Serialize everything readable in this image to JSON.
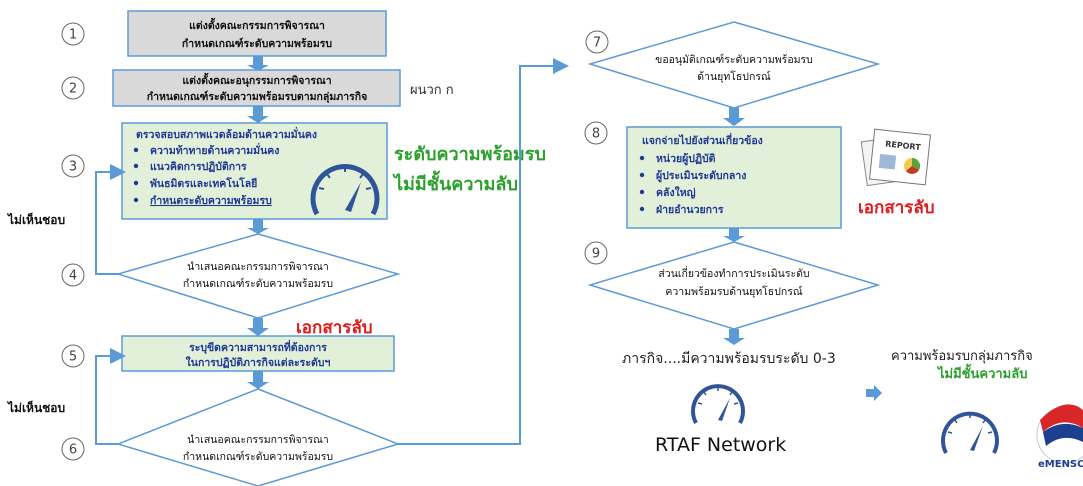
{
  "steps": {
    "s1": {
      "num": "1",
      "line1": "แต่งตั้งคณะกรรมการพิจารณา",
      "line2": "กำหนดเกณฑ์ระดับความพร้อมรบ"
    },
    "s2": {
      "num": "2",
      "line1": "แต่งตั้งคณะอนุกรรมการพิจารณา",
      "line2": "กำหนดเกณฑ์ระดับความพร้อมรบตามกลุ่มภารกิจ",
      "note": "ผนวก ก"
    },
    "s3": {
      "num": "3",
      "title": "ตรวจสอบสภาพแวดล้อมด้านความมั่นคง",
      "bullets": [
        "ความท้าทายด้านความมั่นคง",
        "แนวคิดการปฏิบัติการ",
        "พันธมิตรและเทคโนโลยี",
        "กำหนดระดับความพร้อมรบ"
      ]
    },
    "s4": {
      "num": "4",
      "line1": "นำเสนอคณะกรรมการพิจารณา",
      "line2": "กำหนดเกณฑ์ระดับความพร้อมรบ"
    },
    "s5": {
      "num": "5",
      "line1": "ระบุขีดความสามารถที่ต้องการ",
      "line2": "ในการปฏิบัติภารกิจแต่ละระดับฯ"
    },
    "s6": {
      "num": "6",
      "line1": "นำเสนอคณะกรรมการพิจารณา",
      "line2": "กำหนดเกณฑ์ระดับความพร้อมรบ"
    },
    "s7": {
      "num": "7",
      "line1": "ขออนุมัติเกณฑ์ระดับความพร้อมรบ",
      "line2": "ด้านยุทโธปกรณ์"
    },
    "s8": {
      "num": "8",
      "title": "แจกจ่ายไปยังส่วนเกี่ยวข้อง",
      "bullets": [
        "หน่วยผู้ปฏิบัติ",
        "ผู้ประเมินระดับกลาง",
        "คลังใหญ่",
        "ฝ่ายอำนวยการ"
      ]
    },
    "s9": {
      "num": "9",
      "line1": "ส่วนเกี่ยวข้องทำการประเมินระดับ",
      "line2": "ความพร้อมรบด้านยุทโธปกรณ์"
    }
  },
  "labels": {
    "not_agree_1": "ไม่เห็นชอบ",
    "not_agree_2": "ไม่เห็นชอบ",
    "readiness_level": "ระดับความพร้อมรบ",
    "unclassified": "ไม่มีชั้นความลับ",
    "secret_1": "เอกสารลับ",
    "secret_2": "เอกสารลับ",
    "mission_ready": "ภารกิจ....มีความพร้อมรบระดับ 0-3",
    "network": "RTAF Network",
    "group_ready": "ความพร้อมรบกลุ่มภารกิจ",
    "group_unclassified": "ไม่มีชั้นความลับ",
    "report_word": "REPORT",
    "logo_text": "eMENSCR"
  },
  "colors": {
    "gray_box": "#d9d9d9",
    "green_box": "#e2efd9",
    "border": "#5b9bd5",
    "arrow": "#5b9bd5",
    "blue_text": "#1f3a93",
    "green": "#2ca02c",
    "red": "#e01b1b"
  }
}
